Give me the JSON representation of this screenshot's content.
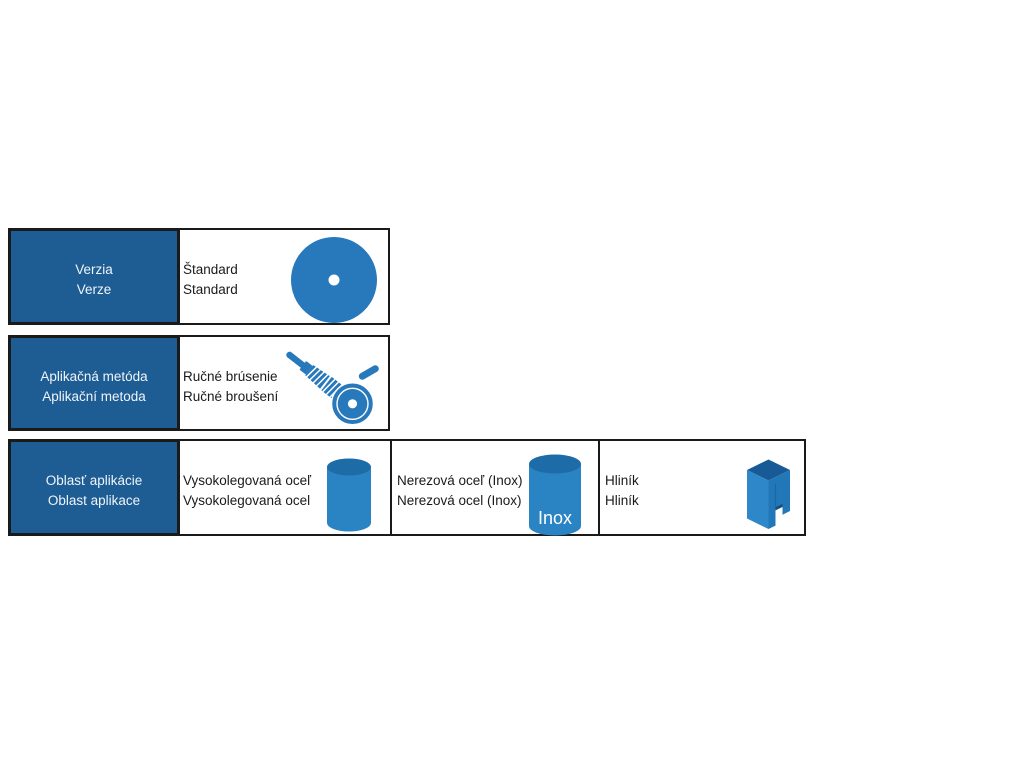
{
  "table": {
    "rows": [
      {
        "name": "version",
        "header": {
          "line1": "Verzia",
          "line2": "Verze"
        },
        "cells": [
          {
            "line1": "Štandard",
            "line2": "Standard",
            "icon": "grinding-disc-icon"
          }
        ]
      },
      {
        "name": "application-method",
        "header": {
          "line1": "Aplikačná metóda",
          "line2": "Aplikační metoda"
        },
        "cells": [
          {
            "line1": "Ručné brúsenie",
            "line2": "Ručné broušení",
            "icon": "angle-grinder-icon"
          }
        ]
      },
      {
        "name": "application-area",
        "header": {
          "line1": "Oblasť aplikácie",
          "line2": "Oblast aplikace"
        },
        "cells": [
          {
            "line1": "Vysokolegovaná oceľ",
            "line2": "Vysokolegovaná ocel",
            "icon": "steel-cylinder-icon"
          },
          {
            "line1": "Nerezová oceľ (Inox)",
            "line2": "Nerezová ocel (Inox)",
            "icon": "inox-cylinder-icon",
            "icon_label": "Inox"
          },
          {
            "line1": "Hliník",
            "line2": "Hliník",
            "icon": "aluminium-profile-icon"
          }
        ]
      }
    ]
  },
  "colors": {
    "header_bg": "#1E5C94",
    "header_text": "#EFF4FA",
    "body_text": "#1A1A1A",
    "border": "#1A1A1A",
    "icon_blue": "#2779BC",
    "cylinder_body": "#2A83C2",
    "cylinder_top": "#1D6CA8",
    "profile_light": "#2E87C9",
    "profile_mid": "#2277B9",
    "profile_dark": "#175A96"
  }
}
